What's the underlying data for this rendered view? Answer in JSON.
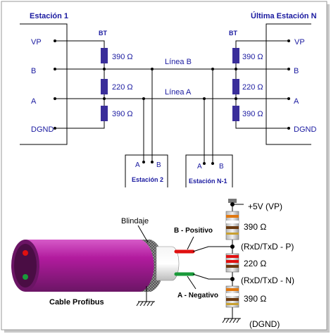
{
  "colors": {
    "frame_shadow": "#c8c8c8",
    "label_blue": "#1a1aa0",
    "resistor_blue": "#3a2e9a",
    "cable_magenta": "#b21b9e",
    "cable_end": "#6b1565",
    "wire_red": "#e01010",
    "wire_green": "#1a9a3a"
  },
  "top": {
    "station1_title": "Estación 1",
    "stationN_title": "Última Estación N",
    "bt_left": "BT",
    "bt_right": "BT",
    "left_pins": [
      "VP",
      "B",
      "A",
      "DGND"
    ],
    "right_pins": [
      "VP",
      "B",
      "A",
      "DGND"
    ],
    "left_resistors": [
      "390 Ω",
      "220 Ω",
      "390 Ω"
    ],
    "right_resistors": [
      "390 Ω",
      "220 Ω",
      "390 Ω"
    ],
    "line_b": "Línea B",
    "line_a": "Línea A",
    "station2": {
      "a": "A",
      "b": "B",
      "label": "Estación 2"
    },
    "stationN1": {
      "a": "A",
      "b": "B",
      "label": "Estación N-1"
    }
  },
  "bottom": {
    "shield_label": "Blindaje",
    "positive_label": "B - Positivo",
    "negative_label": "A - Negativo",
    "cable_label": "Cable Profibus",
    "vp_label": "+5V (VP)",
    "r1": "390 Ω",
    "rxd_p": "(RxD/TxD - P)",
    "r2": "220 Ω",
    "rxd_n": "(RxD/TxD - N)",
    "r3": "390 Ω",
    "dgnd_label": "(DGND)"
  }
}
